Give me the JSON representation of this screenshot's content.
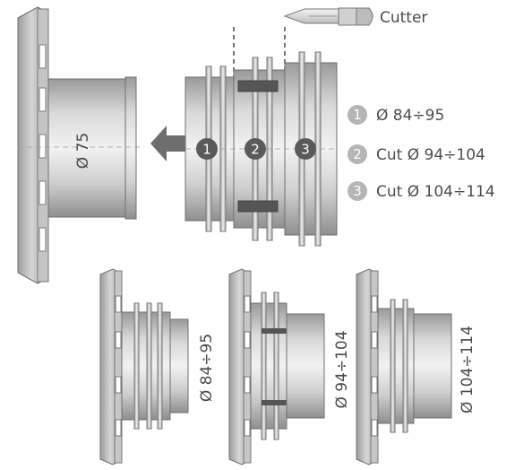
{
  "tool": {
    "label": "Cutter",
    "icon": "cutter-knife-icon"
  },
  "main_fan": {
    "diameter_label": "Ø 75"
  },
  "adapter": {
    "badges": [
      "1",
      "2",
      "3"
    ]
  },
  "legend": [
    {
      "num": "1",
      "text": "Ø 84÷95"
    },
    {
      "num": "2",
      "text": "Cut Ø 94÷104"
    },
    {
      "num": "3",
      "text": "Cut Ø 104÷114"
    }
  ],
  "results": [
    {
      "label": "Ø 84÷95"
    },
    {
      "label": "Ø 94÷104"
    },
    {
      "label": "Ø 104÷114"
    }
  ],
  "colors": {
    "badge_dark": "#5a5a5a",
    "badge_light": "#b5b5b5",
    "arrow": "#6e6e6e"
  }
}
